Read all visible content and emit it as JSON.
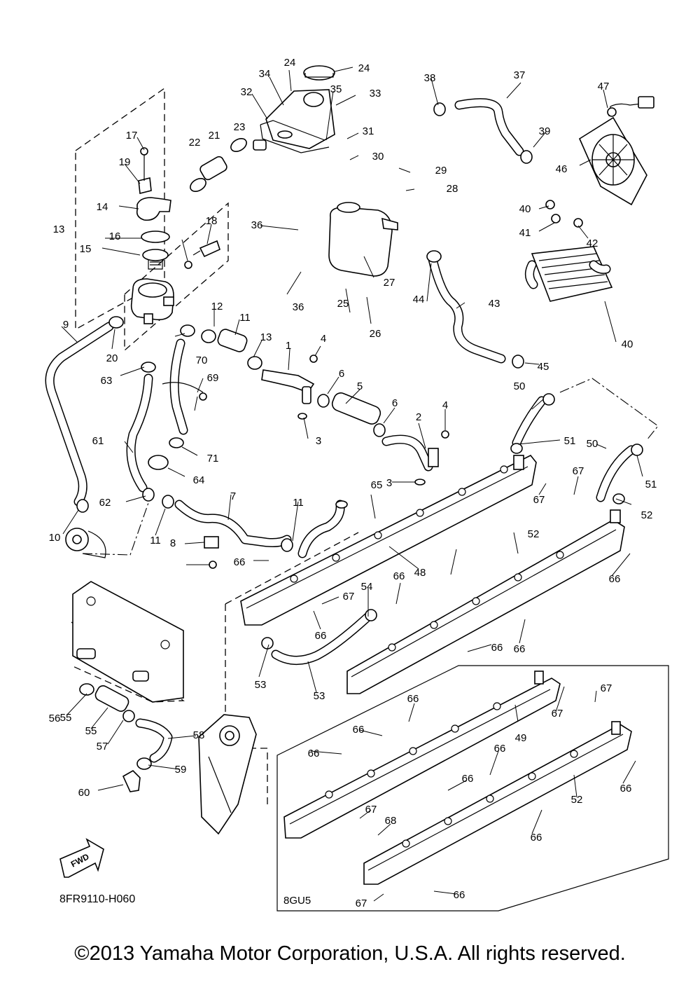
{
  "diagram": {
    "code": "8FR9110-H060",
    "variant_label": "8GU5",
    "fwd_label": "FWD",
    "callouts": [
      "1",
      "2",
      "3",
      "3",
      "4",
      "4",
      "5",
      "6",
      "6",
      "7",
      "8",
      "9",
      "10",
      "11",
      "11",
      "11",
      "12",
      "13",
      "13",
      "14",
      "15",
      "16",
      "17",
      "18",
      "19",
      "20",
      "21",
      "22",
      "23",
      "24",
      "24",
      "25",
      "26",
      "27",
      "28",
      "29",
      "30",
      "31",
      "32",
      "33",
      "34",
      "35",
      "36",
      "36",
      "37",
      "38",
      "39",
      "40",
      "40",
      "41",
      "42",
      "43",
      "44",
      "45",
      "46",
      "47",
      "48",
      "49",
      "50",
      "50",
      "51",
      "51",
      "52",
      "52",
      "52",
      "53",
      "53",
      "54",
      "55",
      "55",
      "56",
      "57",
      "58",
      "59",
      "60",
      "61",
      "62",
      "63",
      "64",
      "65",
      "66",
      "66",
      "66",
      "66",
      "66",
      "66",
      "66",
      "66",
      "66",
      "66",
      "66",
      "66",
      "66",
      "66",
      "67",
      "67",
      "67",
      "67",
      "67",
      "67",
      "67",
      "68",
      "69",
      "70",
      "71"
    ]
  },
  "copyright": "©2013 Yamaha Motor Corporation, U.S.A. All rights reserved."
}
